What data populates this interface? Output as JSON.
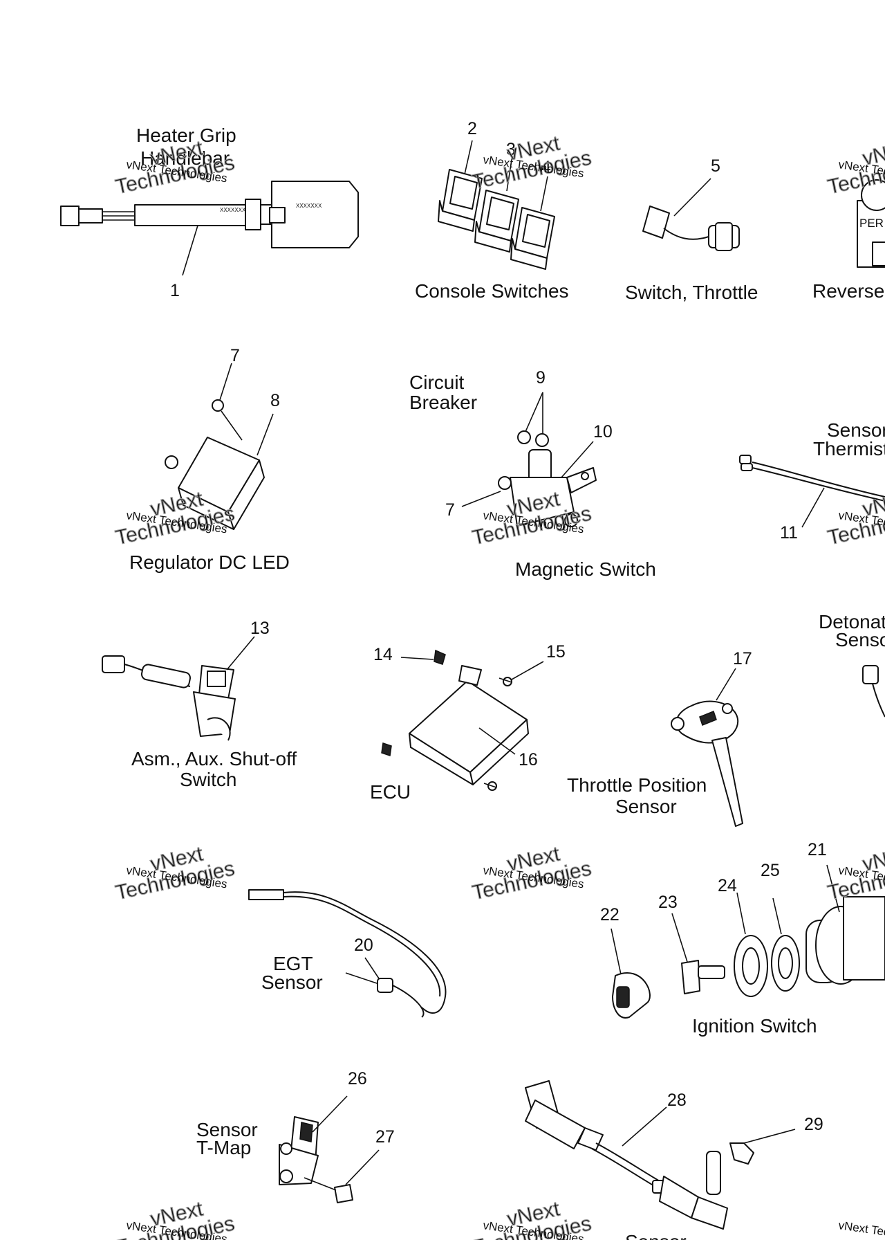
{
  "labels": {
    "heater_grip": "Heater Grip",
    "handlebar": "Handlebar",
    "console_switches": "Console Switches",
    "switch_throttle": "Switch, Throttle",
    "reverse": "Reverse",
    "regulator": "Regulator DC LED",
    "circuit": "Circuit",
    "breaker": "Breaker",
    "magnetic_switch": "Magnetic Switch",
    "sensor_top": "Sensor",
    "thermistor": "Thermistor",
    "aux_switch_line1": "Asm., Aux. Shut-off",
    "aux_switch_line2": "Switch",
    "ecu": "ECU",
    "tps_line1": "Throttle Position",
    "tps_line2": "Sensor",
    "detonation": "Detonation",
    "detonation_sensor": "Sensor",
    "egt_line1": "EGT",
    "egt_line2": "Sensor",
    "ignition_switch": "Ignition Switch",
    "sensor_tmap_line1": "Sensor",
    "sensor_tmap_line2": "T-Map",
    "sensor_bottom": "Sensor",
    "per": "PER",
    "grip_marking": "XXXXXXX"
  },
  "callouts": {
    "c1": "1",
    "c2": "2",
    "c3": "3",
    "c4": "4",
    "c5": "5",
    "c7a": "7",
    "c7b": "7",
    "c8": "8",
    "c9": "9",
    "c10": "10",
    "c11": "11",
    "c13": "13",
    "c14": "14",
    "c15": "15",
    "c16": "16",
    "c17": "17",
    "c20": "20",
    "c21": "21",
    "c22": "22",
    "c23": "23",
    "c24": "24",
    "c25": "25",
    "c26": "26",
    "c27": "27",
    "c28": "28",
    "c29": "29"
  },
  "watermark": {
    "line1": "vNext Technologies",
    "line2": "Technologies",
    "line3": "vNext"
  }
}
